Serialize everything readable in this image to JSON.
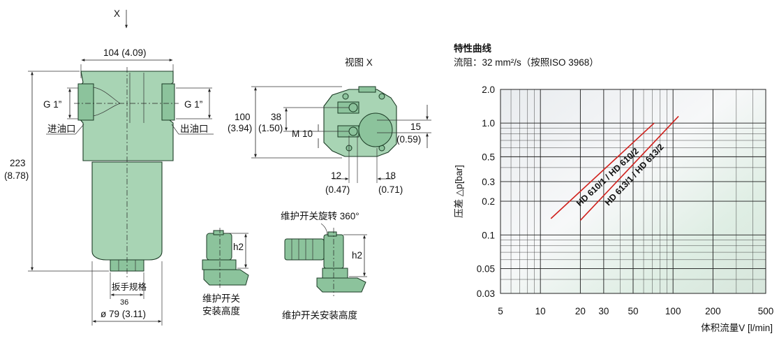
{
  "drawing": {
    "view_marker": "X",
    "width_dim": "104 (4.09)",
    "port_left": "G 1”",
    "port_right": "G 1”",
    "inlet_label": "进油口",
    "outlet_label": "出油口",
    "height_dim_value": "223",
    "height_dim_inch": "(8.78)",
    "wrench_label": "扳手规格",
    "wrench_size": "36",
    "diameter_dim": "ø 79 (3.11)"
  },
  "view_x": {
    "title": "视图 X",
    "dim_100": "100",
    "dim_100_inch": "(3.94)",
    "dim_38": "38",
    "dim_38_inch": "(1.50)",
    "thread": "M 10",
    "dim_15": "15",
    "dim_15_inch": "(0.59)",
    "dim_12": "12",
    "dim_12_inch": "(0.47)",
    "dim_18": "18",
    "dim_18_inch": "(0.71)"
  },
  "indicators": {
    "rotation_label": "维护开关旋转 360°",
    "h2_left": "h2",
    "h2_right": "h2",
    "caption_left_line1": "维护开关",
    "caption_left_line2": "安装高度",
    "caption_right": "维护开关安装高度"
  },
  "chart_title": "特性曲线",
  "chart_subtitle": "流阻：32 mm²/s（按照ISO 3968）",
  "chart_data": {
    "type": "line",
    "title": "特性曲线",
    "xlabel": "体积流量V  [l/min]",
    "ylabel": "压差 △p[bar]",
    "xscale": "log",
    "yscale": "log",
    "xlim": [
      5,
      500
    ],
    "ylim": [
      0.03,
      2.0
    ],
    "xticks": [
      "5",
      "10",
      "20",
      "30",
      "50",
      "100",
      "200",
      "500"
    ],
    "xtick_values": [
      5,
      10,
      20,
      30,
      50,
      100,
      200,
      500
    ],
    "yticks": [
      "2.0",
      "1.0",
      "0.5",
      "0.3",
      "0.2",
      "0.1",
      "0.05",
      "0.03"
    ],
    "ytick_values": [
      2.0,
      1.0,
      0.5,
      0.3,
      0.2,
      0.1,
      0.05,
      0.03
    ],
    "grid": true,
    "series": [
      {
        "name": "HD 610/1 / HD 610/2",
        "color": "#d0201c",
        "x": [
          12,
          72
        ],
        "y": [
          0.14,
          1.0
        ]
      },
      {
        "name": "HD 613/1 / HD 613/2",
        "color": "#d0201c",
        "x": [
          20,
          110
        ],
        "y": [
          0.135,
          1.15
        ]
      }
    ]
  }
}
